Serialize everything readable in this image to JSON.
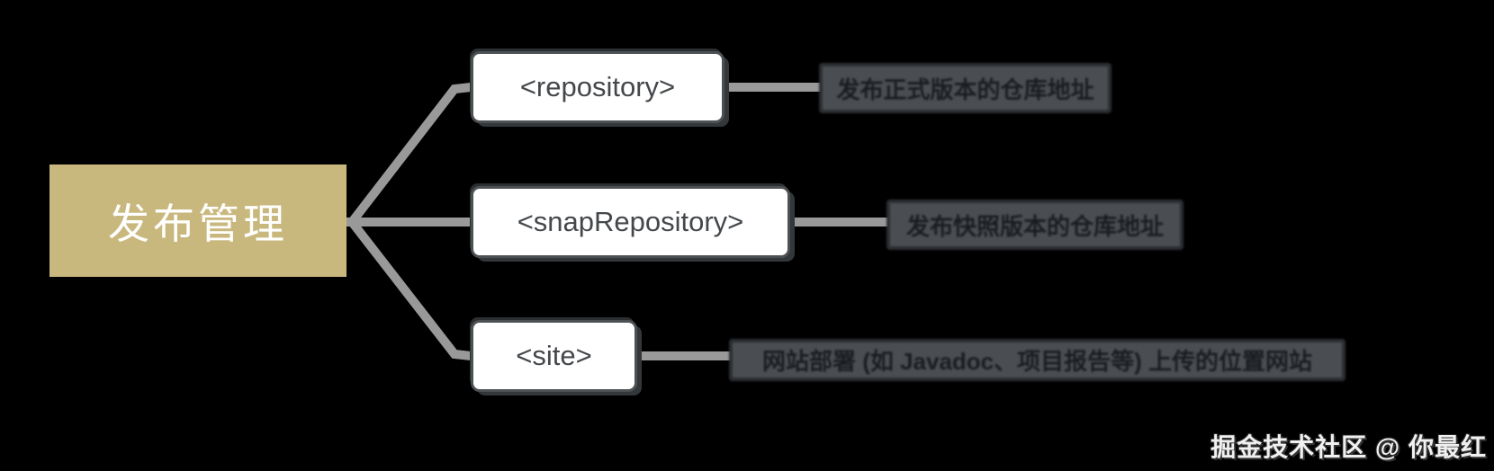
{
  "diagram": {
    "root": {
      "label": "发布管理"
    },
    "branches": [
      {
        "tag": "<repository>",
        "desc": "发布正式版本的仓库地址"
      },
      {
        "tag": "<snapRepository>",
        "desc": "发布快照版本的仓库地址"
      },
      {
        "tag": "<site>",
        "desc": "网站部署 (如 Javadoc、项目报告等) 上传的位置网站"
      }
    ]
  },
  "watermark": {
    "text": "掘金技术社区 @ 你最红"
  },
  "colors": {
    "background": "#000000",
    "root_fill": "#c9b87e",
    "root_text": "#ffffff",
    "node_fill": "#ffffff",
    "node_border": "#4d5154",
    "node_text": "#44484b",
    "desc_fill": "#4a4e53",
    "desc_border": "#2b2e31",
    "desc_text": "#1a1d20",
    "connector": "#999999",
    "watermark_text": "#f0f0f0"
  }
}
